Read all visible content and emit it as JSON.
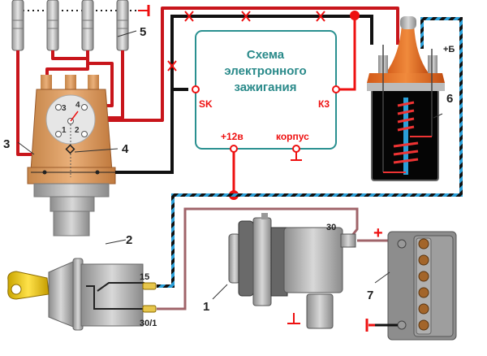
{
  "diagram": {
    "type": "electronic-ignition-wiring",
    "ecu": {
      "title_lines": [
        "Схема",
        "электронного",
        "зажигания"
      ],
      "pins": {
        "sk": "SK",
        "k3": "К3",
        "plus12": "+12в",
        "ground": "корпус"
      }
    },
    "components": [
      {
        "id": "1",
        "label": "1",
        "name": "generator"
      },
      {
        "id": "2",
        "label": "2",
        "name": "ignition-switch"
      },
      {
        "id": "3",
        "label": "3",
        "name": "distributor"
      },
      {
        "id": "4",
        "label": "4",
        "name": "sensor"
      },
      {
        "id": "5",
        "label": "5",
        "name": "spark-plugs"
      },
      {
        "id": "6",
        "label": "6",
        "name": "ignition-coil"
      },
      {
        "id": "7",
        "label": "7",
        "name": "battery"
      }
    ],
    "distributor_terminals": [
      "1",
      "2",
      "3",
      "4"
    ],
    "coil_terminal": "+Б",
    "switch_terminals": {
      "t15": "15",
      "t30": "30/1"
    },
    "generator_terminal": "30",
    "battery_plus": "+",
    "colors": {
      "hv_wire": "#c8151b",
      "signal_wire": "#ee1111",
      "ground_wire": "#111111",
      "switched_wire": "#2a9fd8",
      "battery_wire": "#a0646a",
      "ecu_border": "#2a9090",
      "body_orange": "#d98a45"
    }
  }
}
